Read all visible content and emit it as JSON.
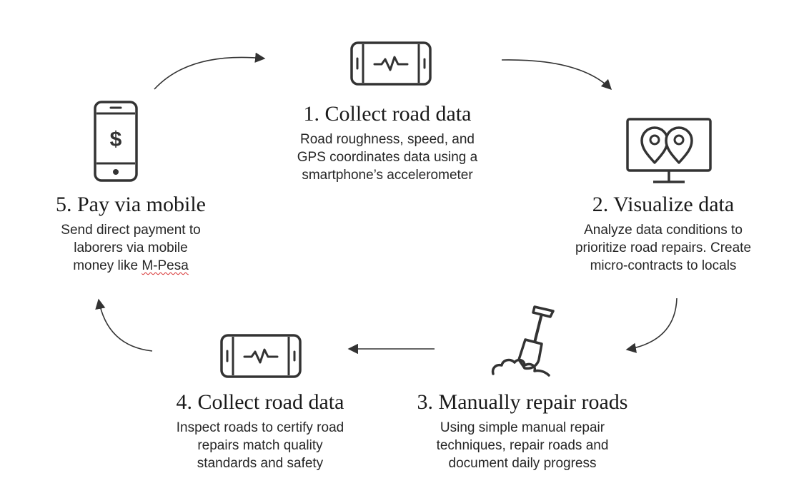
{
  "steps": [
    {
      "title": "1. Collect road data",
      "desc": [
        "Road roughness, speed, and",
        "GPS coordinates data using a",
        "smartphone’s accelerometer"
      ],
      "icon": "phone-landscape-signal-icon"
    },
    {
      "title": "2. Visualize data",
      "desc": [
        "Analyze data conditions to",
        "prioritize road repairs. Create",
        "micro-contracts to locals"
      ],
      "icon": "monitor-map-pins-icon"
    },
    {
      "title": "3. Manually repair roads",
      "desc": [
        "Using simple manual repair",
        "techniques, repair roads and",
        "document daily progress"
      ],
      "icon": "shovel-dirt-icon"
    },
    {
      "title": "4. Collect road data",
      "desc": [
        "Inspect roads to certify road",
        "repairs match quality",
        "standards and safety"
      ],
      "icon": "phone-landscape-signal-icon"
    },
    {
      "title": "5. Pay via mobile",
      "desc": [
        "Send direct payment to",
        "laborers via mobile",
        "money like",
        "M-Pesa"
      ],
      "icon": "phone-dollar-icon"
    }
  ],
  "colors": {
    "line": "#333333",
    "text": "#262626",
    "title": "#1a1a1a",
    "spellcheck_underline": "#d62b2b"
  }
}
